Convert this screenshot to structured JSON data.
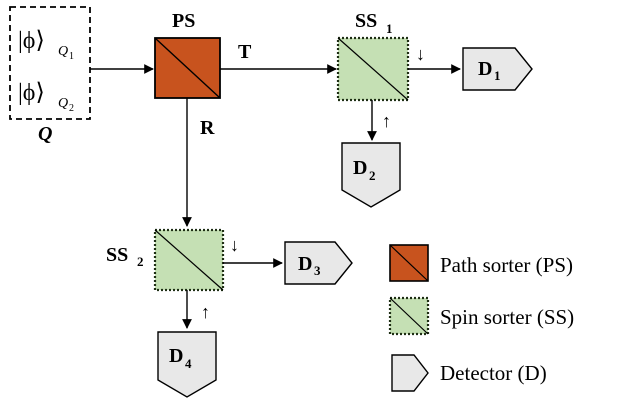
{
  "source": {
    "name": "Q",
    "state_1": {
      "ket": "|ϕ⟩",
      "sub": "Q",
      "subsub": "1"
    },
    "state_2": {
      "ket": "|ϕ⟩",
      "sub": "Q",
      "subsub": "2"
    }
  },
  "path_sorter": {
    "label": "PS",
    "out_transmitted": "T",
    "out_reflected": "R"
  },
  "spin_sorter_1": {
    "label": "SS",
    "sub": "1",
    "spin_out": "↓",
    "spin_down": "↑"
  },
  "spin_sorter_2": {
    "label": "SS",
    "sub": "2",
    "spin_out": "↓",
    "spin_down": "↑"
  },
  "detectors": [
    {
      "label": "D",
      "sub": "1"
    },
    {
      "label": "D",
      "sub": "2"
    },
    {
      "label": "D",
      "sub": "3"
    },
    {
      "label": "D",
      "sub": "4"
    }
  ],
  "legend": {
    "path_sorter": "Path sorter (PS)",
    "spin_sorter": "Spin sorter (SS)",
    "detector": "Detector (D)"
  },
  "colors": {
    "path_sorter_fill": "#c8531e",
    "spin_sorter_fill": "#c5e0b4",
    "spin_sorter_border": "#2e5e1e",
    "detector_fill": "#e8e8e8"
  }
}
